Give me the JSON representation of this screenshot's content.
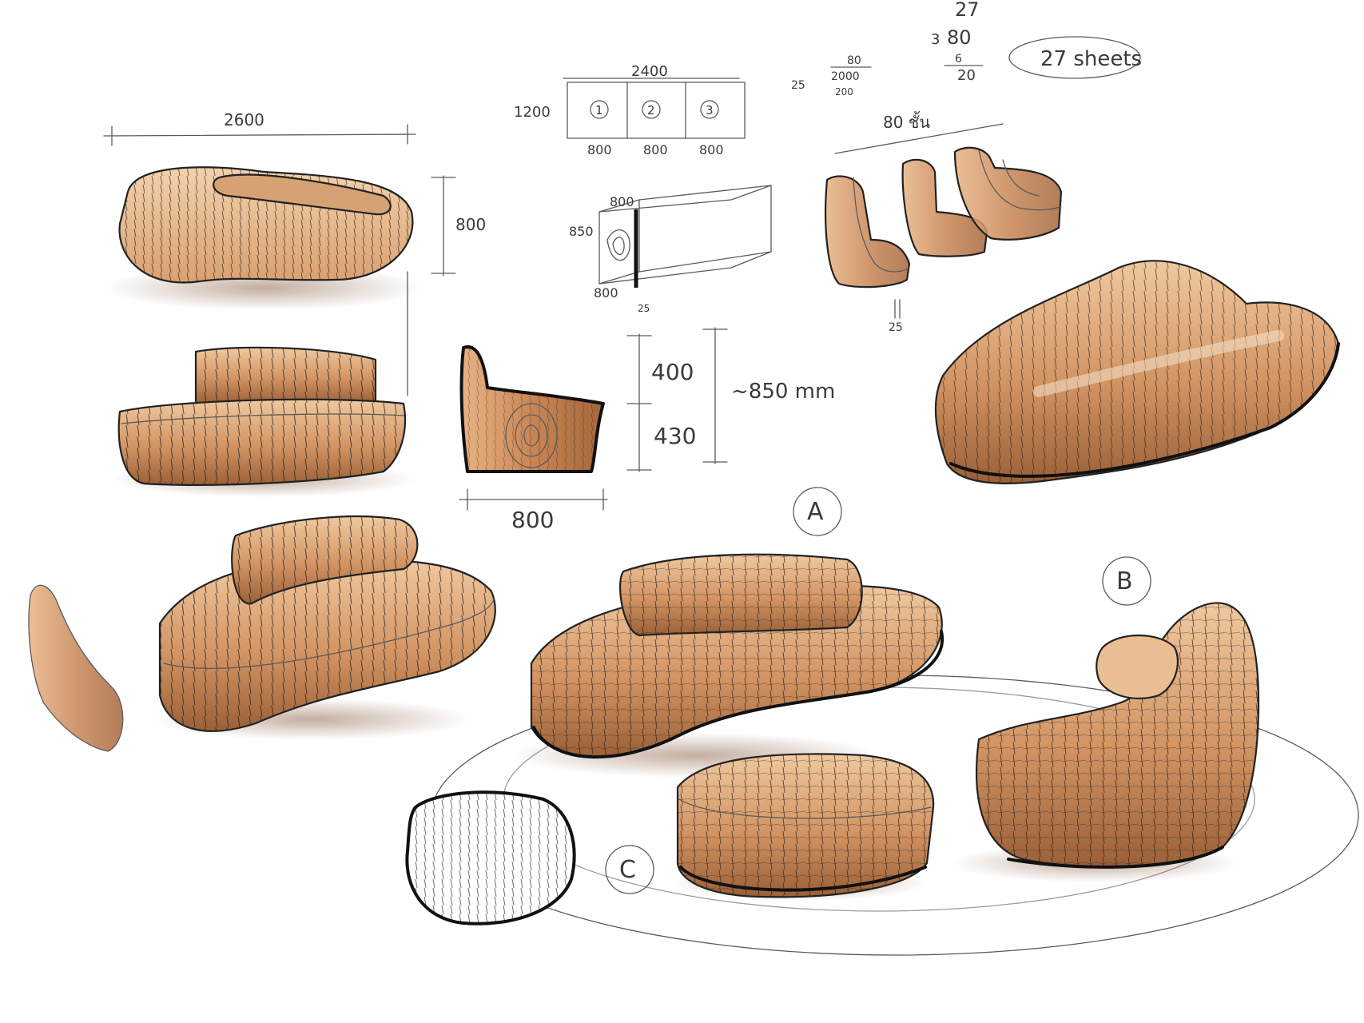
{
  "palette": {
    "wood_light": "#e8b98a",
    "wood_mid": "#c98a58",
    "wood_dark": "#8a5632",
    "ink": "#222222",
    "paper": "#ffffff"
  },
  "annotations": {
    "width_2600": "2600",
    "depth_800": "800",
    "sheet_2400": "2400",
    "sheet_1200": "1200",
    "panel_1": "1",
    "panel_2": "2",
    "panel_3": "3",
    "panel_800_a": "800",
    "panel_800_b": "800",
    "panel_800_c": "800",
    "block_850": "850",
    "block_800_top": "800",
    "block_800_side": "800",
    "block_t25": "25",
    "calc_25": "25",
    "calc_80": "80",
    "calc_2000": "2000",
    "calc_200": "200",
    "calc_27": "27",
    "calc_3": "3",
    "calc_80b": "80",
    "calc_6": "6",
    "calc_20": "20",
    "sheets_label": "27 sheets",
    "layers_label": "80 ชั้น",
    "slice_25": "25",
    "seat_400": "400",
    "seat_430": "430",
    "height_total": "~850 mm",
    "side_800": "800",
    "label_a": "A",
    "label_b": "B",
    "label_c": "C"
  }
}
